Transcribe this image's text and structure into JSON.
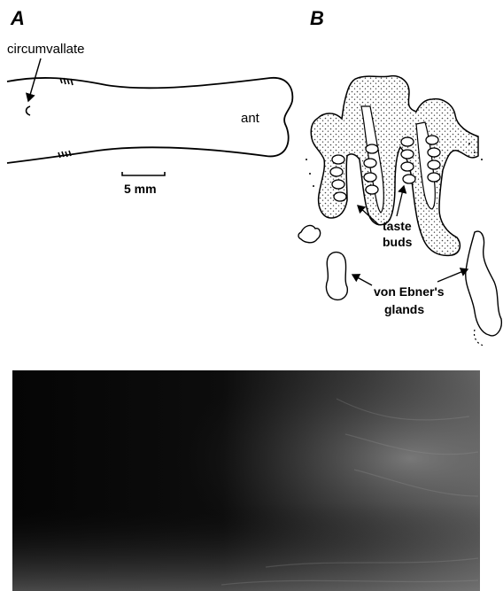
{
  "panel_a": {
    "letter": "A",
    "label_circumvallate": "circumvallate",
    "label_ant": "ant",
    "scale_label": "5 mm"
  },
  "panel_b": {
    "letter": "B",
    "label_taste": "taste",
    "label_buds": "buds",
    "label_von_ebners": "von Ebner's",
    "label_glands": "glands"
  },
  "colors": {
    "ink": "#000000",
    "stipple": "#555555",
    "photo_dark": "#0a0a0a",
    "photo_light": "#7a7a7a"
  }
}
